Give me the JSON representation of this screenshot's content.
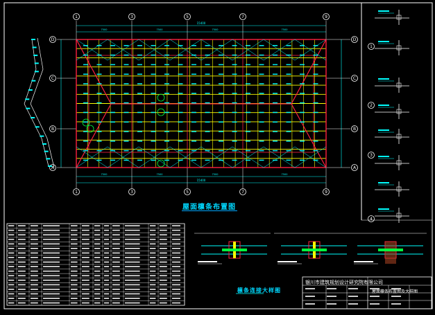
{
  "grid": {
    "top_axes": [
      "1",
      "3",
      "5",
      "7",
      "9"
    ],
    "bottom_axes": [
      "1",
      "3",
      "5",
      "7",
      "9"
    ],
    "left_axes": [
      "D",
      "C",
      "B",
      "A"
    ],
    "right_axes": [
      "D",
      "C",
      "B",
      "A"
    ],
    "overall_dim_top": "15400",
    "overall_dim_bottom": "15400",
    "bay_dims_top": [
      "7500",
      "7500",
      "7500",
      "7500",
      "7500",
      "7500",
      "7500",
      "7500"
    ]
  },
  "plan_title": "屋面檩条布置图",
  "detail_title": "檩条连接大样图",
  "detail_markers": [
    "1",
    "2",
    "3",
    "4"
  ],
  "titleblock": {
    "company": "银川市建筑规划设计研究院有限公司",
    "drawing_name": "屋面檩条布置图及大样图"
  },
  "colors": {
    "background": "#000000",
    "frame": "#ffffff",
    "purlin": "#ffff00",
    "beam": "#ff2040",
    "annotation": "#00ffff",
    "title": "#00d8ff",
    "detail_green": "#00ff40"
  }
}
